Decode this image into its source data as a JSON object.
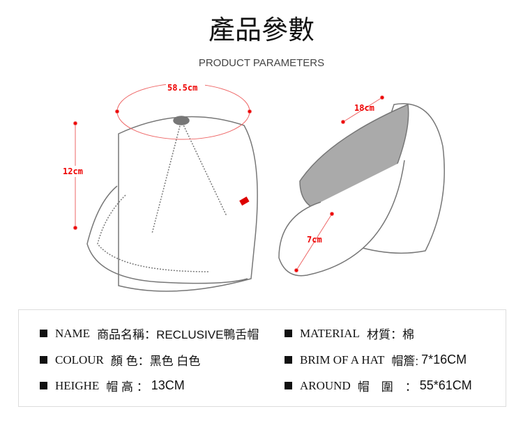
{
  "header": {
    "title": "產品參數",
    "subtitle": "PRODUCT PARAMETERS"
  },
  "diagram": {
    "circumference": "58.5cm",
    "height": "12cm",
    "top_length": "18cm",
    "brim": "7cm"
  },
  "params": [
    {
      "en": "NAME",
      "zh": "商品名稱：",
      "value": "RECLUSIVE鴨舌帽"
    },
    {
      "en": "MATERIAL",
      "zh": "材質：",
      "value": "棉"
    },
    {
      "en": "COLOUR",
      "zh": "顏 色：",
      "value": "黑色 白色"
    },
    {
      "en": "BRIM OF A HAT",
      "zh": "帽簷:",
      "value": "7*16CM"
    },
    {
      "en": "HEIGHE",
      "zh": "帽 高 ：",
      "value": "13CM"
    },
    {
      "en": "AROUND",
      "zh": "帽　圍　：",
      "value": "55*61CM"
    }
  ]
}
